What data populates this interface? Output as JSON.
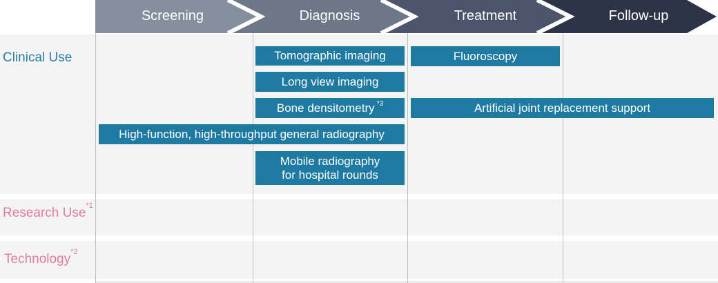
{
  "stages": [
    {
      "label": "Screening",
      "color": "#848f9e"
    },
    {
      "label": "Diagnosis",
      "color": "#6c7788"
    },
    {
      "label": "Treatment",
      "color": "#4b546a"
    },
    {
      "label": "Follow-up",
      "color": "#2e3448"
    }
  ],
  "rows": {
    "clinical": {
      "label": "Clinical Use"
    },
    "research": {
      "label": "Research Use",
      "note": "*1"
    },
    "technology": {
      "label": "Technology",
      "note": "*2"
    }
  },
  "items": {
    "tomographic": {
      "label": "Tomographic imaging"
    },
    "long_view": {
      "label": "Long view imaging"
    },
    "bone_densitometry": {
      "label": "Bone densitometry",
      "note": "*3"
    },
    "general_radiography": {
      "label": "High-function, high-throughput general radiography"
    },
    "mobile_line1": "Mobile radiography",
    "mobile_line2": "for hospital rounds",
    "fluoroscopy": {
      "label": "Fluoroscopy"
    },
    "artificial_joint": {
      "label": "Artificial joint replacement support"
    }
  },
  "colors": {
    "box": "#1f7aa2",
    "clinical_text": "#2a7fa5",
    "pink_text": "#e07aa0",
    "row_bg": "#f4f4f4"
  }
}
